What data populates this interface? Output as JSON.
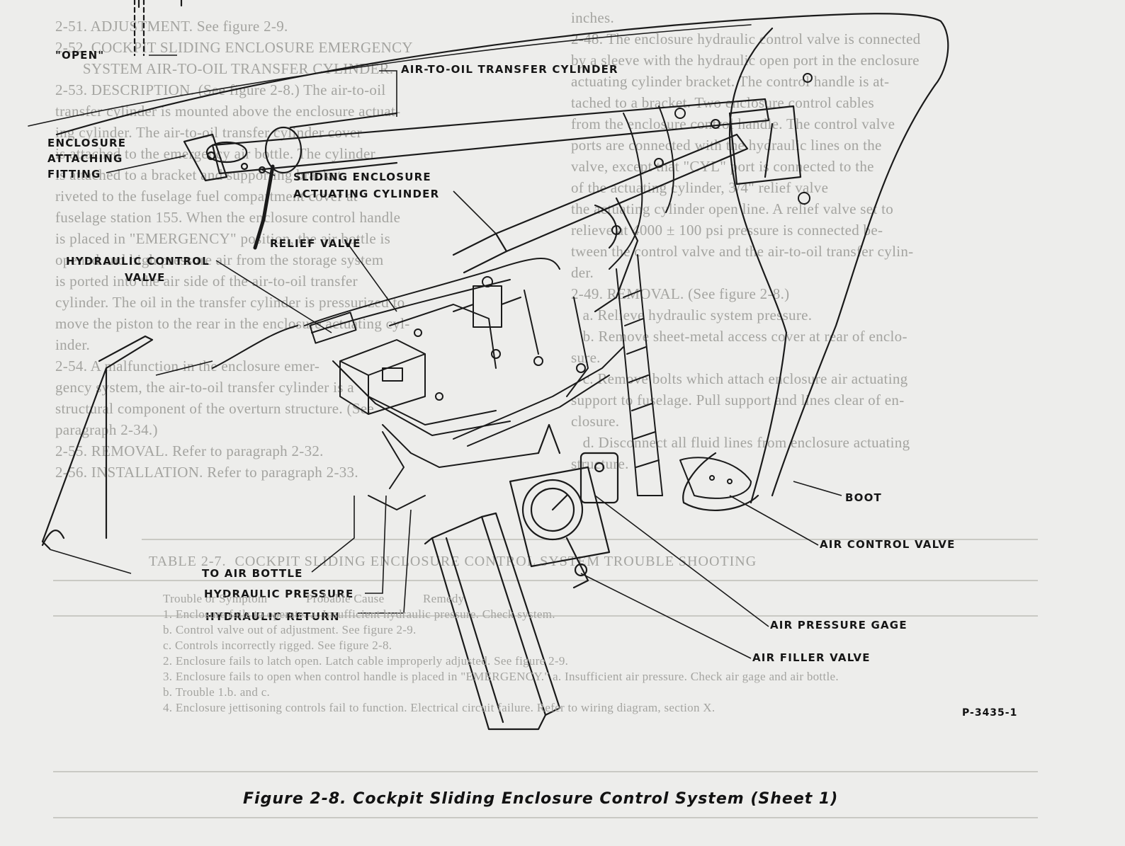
{
  "labels": {
    "open": "\"OPEN\"",
    "air_to_oil": "AIR-TO-OIL TRANSFER CYLINDER",
    "enclosure_l1": "ENCLOSURE",
    "enclosure_l2": "ATTACHING",
    "enclosure_l3": "FITTING",
    "sliding_l1": "SLIDING ENCLOSURE",
    "sliding_l2": "ACTUATING CYLINDER",
    "relief_valve": "RELIEF VALVE",
    "hcv_l1": "HYDRAULIC CONTROL",
    "hcv_l2": "VALVE",
    "to_air_bottle": "TO AIR BOTTLE",
    "hyd_pressure": "HYDRAULIC PRESSURE",
    "hyd_return": "HYDRAULIC RETURN",
    "boot": "BOOT",
    "air_control_valve": "AIR CONTROL VALVE",
    "air_pressure_gage": "AIR PRESSURE GAGE",
    "air_filler_valve": "AIR FILLER VALVE",
    "part_number": "P-3435-1"
  },
  "caption": "Figure 2-8.   Cockpit Sliding Enclosure Control System (Sheet 1)",
  "bleed_right": [
    "inches.",
    "2-48. The enclosure hydraulic control valve is connected",
    "by a sleeve with the hydraulic open port in the enclosure",
    "actuating cylinder bracket. The control handle is at-",
    "tached to a bracket. Two enclosure control cables",
    "from the enclosure control handle. The control valve",
    "ports are connected with the hydraulic lines on the",
    "valve, except that \"CYL\" port is connected to the",
    "of the actuating cylinder, 3/4\" relief valve",
    "the actuating cylinder open line. A relief valve set to",
    "relieve at 4000 ± 100 psi pressure is connected be-",
    "tween the control valve and the air-to-oil transfer cylin-",
    "der.",
    "",
    "2-49. REMOVAL. (See figure 2-8.)",
    "   a. Relieve hydraulic system pressure.",
    "   b. Remove sheet-metal access cover at rear of enclo-",
    "sure.",
    "   c. Remove bolts which attach enclosure air actuating",
    "support to fuselage. Pull support and lines clear of en-",
    "closure.",
    "   d. Disconnect all fluid lines from enclosure actuating",
    "structure."
  ],
  "bleed_left": [
    "2-51. ADJUSTMENT. See figure 2-9.",
    "2-52. COCKPIT SLIDING ENCLOSURE EMERGENCY",
    "       SYSTEM AIR-TO-OIL TRANSFER CYLINDER.",
    "2-53. DESCRIPTION. (See figure 2-8.) The air-to-oil",
    "transfer cylinder is mounted above the enclosure actuat-",
    "ing cylinder. The air-to-oil transfer cylinder cover",
    "is attached to the emergency air bottle. The cylinder",
    "is attached to a bracket and supporting bracket",
    "riveted to the fuselage fuel compartment cover at",
    "fuselage station 155. When the enclosure control handle",
    "is placed in \"EMERGENCY\" position, the air bottle is",
    "opened and high pressure air from the storage system",
    "is ported into the air side of the air-to-oil transfer",
    "cylinder. The oil in the transfer cylinder is pressurized to",
    "move the piston to the rear in the enclosure actuating cyl-",
    "inder.",
    "2-54. A malfunction in the enclosure emer-",
    "gency system, the air-to-oil transfer cylinder is a",
    "structural component of the overturn structure. (See",
    "paragraph 2-34.)",
    "2-55. REMOVAL. Refer to paragraph 2-32.",
    "2-56. INSTALLATION. Refer to paragraph 2-33."
  ],
  "table": {
    "title": "TABLE 2-7.  COCKPIT SLIDING ENCLOSURE CONTROL SYSTEM TROUBLE SHOOTING",
    "headers": [
      "Trouble or Symptom",
      "Probable Cause",
      "Remedy"
    ],
    "rows": [
      [
        "1. Enclosure fails to operate.",
        "a. Insufficient hydraulic pressure.",
        "Check system."
      ],
      [
        "",
        "b. Control valve out of adjustment.",
        "See figure 2-9."
      ],
      [
        "",
        "c. Controls incorrectly rigged.",
        "See figure 2-8."
      ],
      [
        "2. Enclosure fails to latch open.",
        "Latch cable improperly adjusted.",
        "See figure 2-9."
      ],
      [
        "3. Enclosure fails to open when control handle is placed in \"EMERGENCY.\"",
        "a. Insufficient air pressure.",
        "Check air gage and air bottle."
      ],
      [
        "",
        "b. Trouble 1.b. and c.",
        ""
      ],
      [
        "4. Enclosure jettisoning controls fail to function.",
        "Electrical circuit failure.",
        "Refer to wiring diagram, section X."
      ]
    ]
  }
}
